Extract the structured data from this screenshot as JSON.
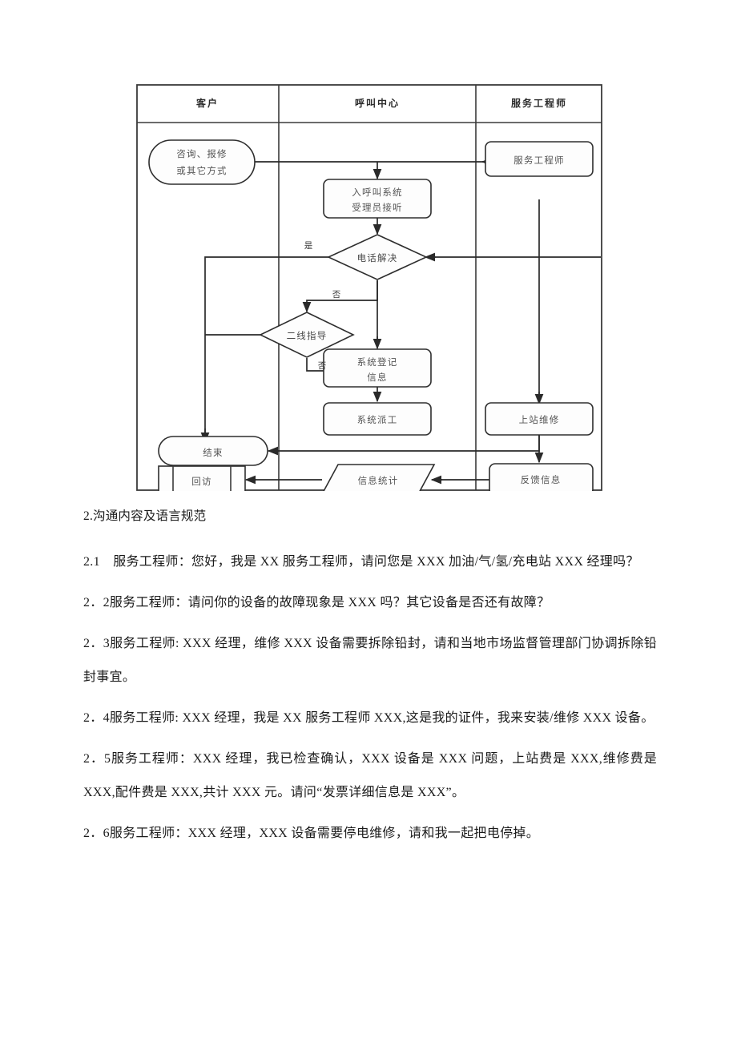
{
  "document": {
    "heading": "2.沟通内容及语言规范",
    "paragraphs": [
      "2.1 服务工程师：您好，我是 XX 服务工程师，请问您是 XXX 加油/气/氢/充电站 XXX 经理吗？",
      "2．2服务工程师：请问你的设备的故障现象是 XXX 吗？其它设备是否还有故障？",
      "2．3服务工程师: XXX 经理，维修 XXX 设备需要拆除铅封，请和当地市场监督管理部门协调拆除铅封事宜。",
      "2．4服务工程师: XXX 经理，我是 XX 服务工程师 XXX,这是我的证件，我来安装/维修 XXX 设备。",
      "2．5服务工程师：XXX 经理，我已检查确认，XXX 设备是 XXX 问题，上站费是 XXX,维修费是 XXX,配件费是 XXX,共计 XXX 元。请问“发票详细信息是 XXX”。",
      "2．6服务工程师：XXX 经理，XXX 设备需要停电维修，请和我一起把电停掉。"
    ]
  },
  "chart_data": {
    "type": "diagram",
    "title": "",
    "swimlanes": [
      {
        "id": "lane-customer",
        "label": "客户"
      },
      {
        "id": "lane-call-center",
        "label": "呼叫中心"
      },
      {
        "id": "lane-engineer",
        "label": "服务工程师"
      }
    ],
    "nodes": [
      {
        "id": "n-inquiry",
        "label_line1": "咨询、报修",
        "label_line2": "或其它方式",
        "shape": "stadium",
        "lane": "lane-customer"
      },
      {
        "id": "n-engineer",
        "label_line1": "服务工程师",
        "label_line2": "",
        "shape": "rounded-rect",
        "lane": "lane-engineer"
      },
      {
        "id": "n-intake",
        "label_line1": "入呼叫系统",
        "label_line2": "受理员接听",
        "shape": "rounded-rect",
        "lane": "lane-call-center"
      },
      {
        "id": "n-phone-resolve",
        "label_line1": "电话解决",
        "label_line2": "",
        "shape": "diamond",
        "lane": "lane-call-center"
      },
      {
        "id": "n-second-line",
        "label_line1": "二线指导",
        "label_line2": "",
        "shape": "diamond",
        "lane": "lane-call-center"
      },
      {
        "id": "n-register",
        "label_line1": "系统登记",
        "label_line2": "信息",
        "shape": "rounded-rect",
        "lane": "lane-call-center"
      },
      {
        "id": "n-dispatch",
        "label_line1": "系统派工",
        "label_line2": "",
        "shape": "rounded-rect",
        "lane": "lane-call-center"
      },
      {
        "id": "n-onsite",
        "label_line1": "上站维修",
        "label_line2": "",
        "shape": "rounded-rect",
        "lane": "lane-engineer"
      },
      {
        "id": "n-end",
        "label_line1": "结束",
        "label_line2": "",
        "shape": "stadium",
        "lane": "lane-customer"
      },
      {
        "id": "n-revisit",
        "label_line1": "回访",
        "label_line2": "",
        "shape": "predefined-process",
        "lane": "lane-customer"
      },
      {
        "id": "n-stats",
        "label_line1": "信息统计",
        "label_line2": "",
        "shape": "parallelogram",
        "lane": "lane-call-center"
      },
      {
        "id": "n-feedback",
        "label_line1": "反馈信息",
        "label_line2": "",
        "shape": "rounded-rect",
        "lane": "lane-engineer"
      }
    ],
    "edge_labels": [
      {
        "id": "edge-yes-phone",
        "label": "是"
      },
      {
        "id": "edge-no-phone",
        "label": "否"
      },
      {
        "id": "edge-no-secondline",
        "label": "否"
      }
    ],
    "edges": [
      {
        "from": "n-inquiry",
        "to": "n-engineer"
      },
      {
        "from": "n-inquiry",
        "to": "n-intake"
      },
      {
        "from": "n-intake",
        "to": "n-phone-resolve"
      },
      {
        "from": "n-phone-resolve",
        "to": "n-end",
        "label": "是"
      },
      {
        "from": "n-phone-resolve",
        "to": "n-second-line",
        "label": "否"
      },
      {
        "from": "n-second-line",
        "to": "n-end"
      },
      {
        "from": "n-second-line",
        "to": "n-register",
        "label": "否"
      },
      {
        "from": "n-register",
        "to": "n-dispatch"
      },
      {
        "from": "n-engineer",
        "to": "n-phone-resolve"
      },
      {
        "from": "n-engineer",
        "to": "n-onsite"
      },
      {
        "from": "n-onsite",
        "to": "n-end"
      },
      {
        "from": "n-onsite",
        "to": "n-feedback"
      },
      {
        "from": "n-feedback",
        "to": "n-stats"
      },
      {
        "from": "n-stats",
        "to": "n-revisit"
      }
    ]
  }
}
